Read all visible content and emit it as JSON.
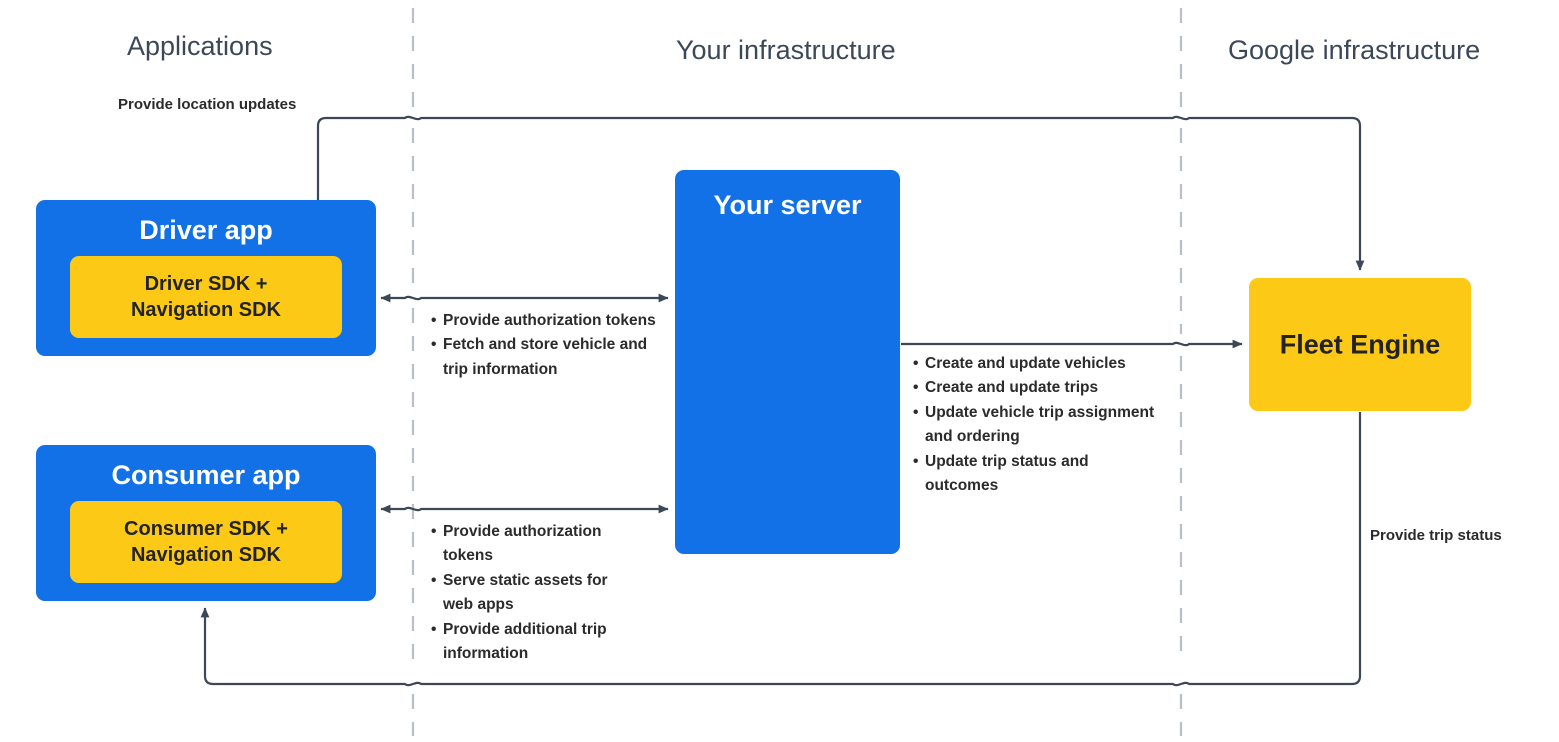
{
  "zones": [
    {
      "label": "Applications"
    },
    {
      "label": "Your infrastructure"
    },
    {
      "label": "Google infrastructure"
    }
  ],
  "nodes": {
    "driver_app": {
      "title": "Driver app",
      "sdk": "Driver SDK +\nNavigation SDK"
    },
    "consumer_app": {
      "title": "Consumer app",
      "sdk": "Consumer SDK +\nNavigation SDK"
    },
    "your_server": {
      "title": "Your server"
    },
    "fleet_engine": {
      "title": "Fleet Engine"
    }
  },
  "edge_labels": {
    "provide_location_updates": "Provide location updates",
    "provide_trip_status": "Provide trip status"
  },
  "bullet_groups": {
    "driver_to_server": [
      "Provide authorization tokens",
      "Fetch and store vehicle and trip information"
    ],
    "consumer_to_server": [
      "Provide authorization tokens",
      "Serve static assets for web apps",
      "Provide additional trip information"
    ],
    "server_to_fleet_engine": [
      "Create and update vehicles",
      "Create and update trips",
      "Update vehicle trip assignment and ordering",
      "Update trip status and outcomes"
    ]
  },
  "colors": {
    "blue": "#1271e6",
    "yellow": "#fcca16",
    "zone_header": "#3c4858",
    "text_dark": "#2b2b2b",
    "line": "#3c4858",
    "divider": "#b9bfc7",
    "background": "#ffffff"
  }
}
